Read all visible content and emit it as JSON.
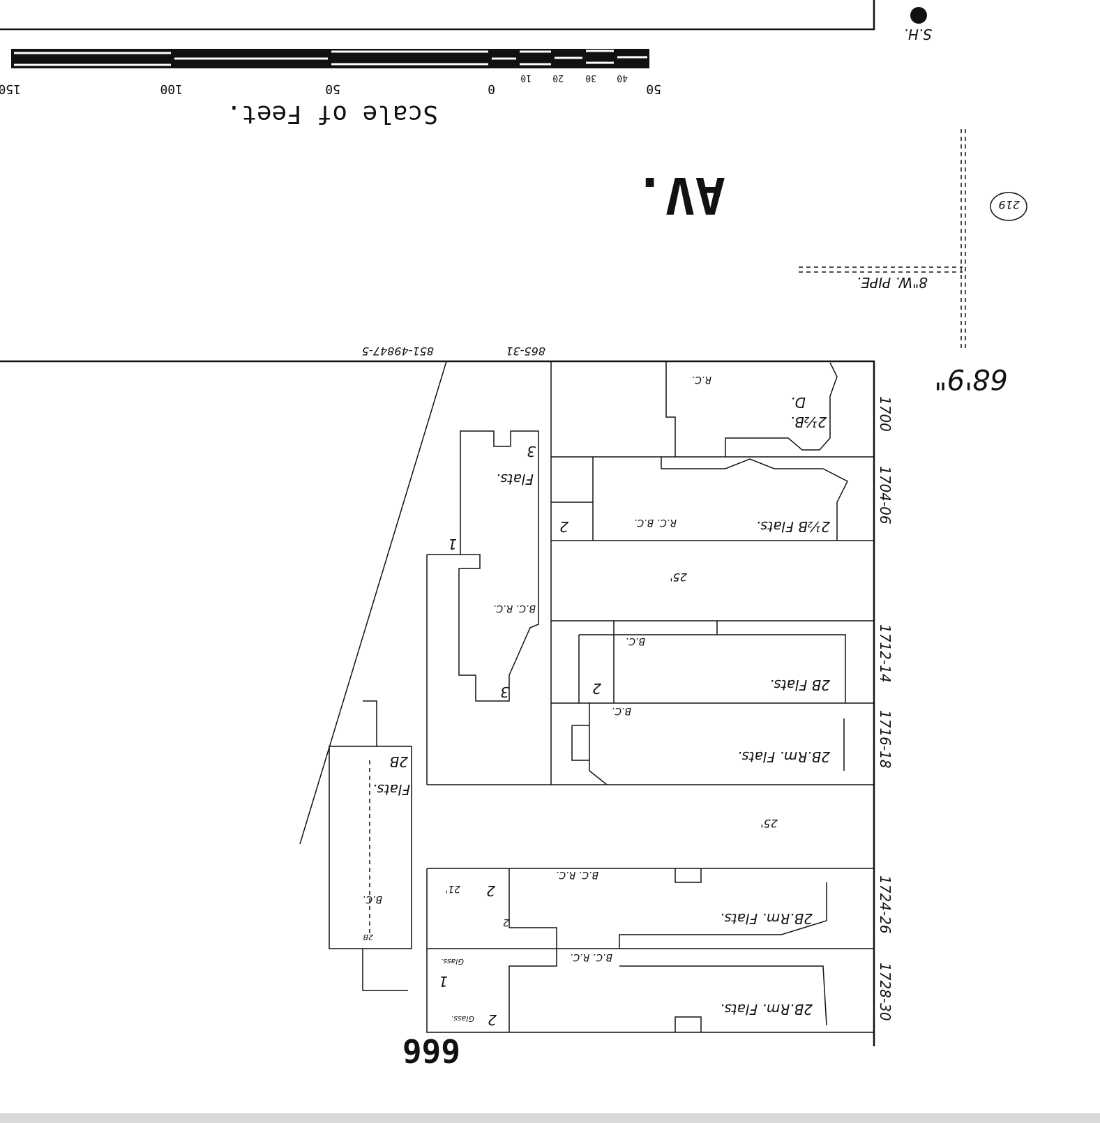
{
  "map": {
    "sheet_number": "666",
    "street": "AV.",
    "hydrant_label": "S.H.",
    "pipe_label": "8\"W. PIPE.",
    "pipe_circle": "219",
    "street_width": "68'9\"",
    "line_numbers": [
      "865-31",
      "851-49847-5"
    ],
    "scale": {
      "title": "Scale of Feet.",
      "ticks": [
        "150",
        "100",
        "50",
        "0",
        "10",
        "20",
        "30",
        "40",
        "50"
      ]
    },
    "addresses": [
      "1700",
      "1704-06",
      "1712-14",
      "1716-18",
      "1724-26",
      "1728-30"
    ],
    "building_labels": {
      "b1700_stories": "2½B.",
      "b1700_use": "D.",
      "b1700_roof": "R.C.",
      "b1704_use": "2½B Flats.",
      "b1704_roof": "R.C. B.C.",
      "b1704_rear": "2",
      "driveway_width": "25'",
      "rear_flats": "Flats.",
      "rear_flats_stories": "3",
      "rear_flats_stories2": "3",
      "rear_one": "1",
      "rear_roof": "B.C. R.C.",
      "b1712_use": "2B Flats.",
      "b1712_roof": "B.C.",
      "b1712_rear": "2",
      "b1716_use": "2B.Rm. Flats.",
      "b1716_roof": "B.C.",
      "alley_width": "25'",
      "b1724_use": "2B.Rm. Flats.",
      "b1724_roof": "B.C. R.C.",
      "b1724_rear": "2",
      "b1724_rear2": "2",
      "b1724_width": "21'",
      "b1728_use": "2B.Rm. Flats.",
      "b1728_roof": "B.C. R.C.",
      "b1728_rear": "2",
      "b1728_glass": "Glass.",
      "b1728_glass2": "Glass.",
      "b1728_one": "1",
      "back_flats": "Flats.",
      "back_stories": "2B",
      "back_roof": "B.C.",
      "back_small": "2B"
    }
  }
}
